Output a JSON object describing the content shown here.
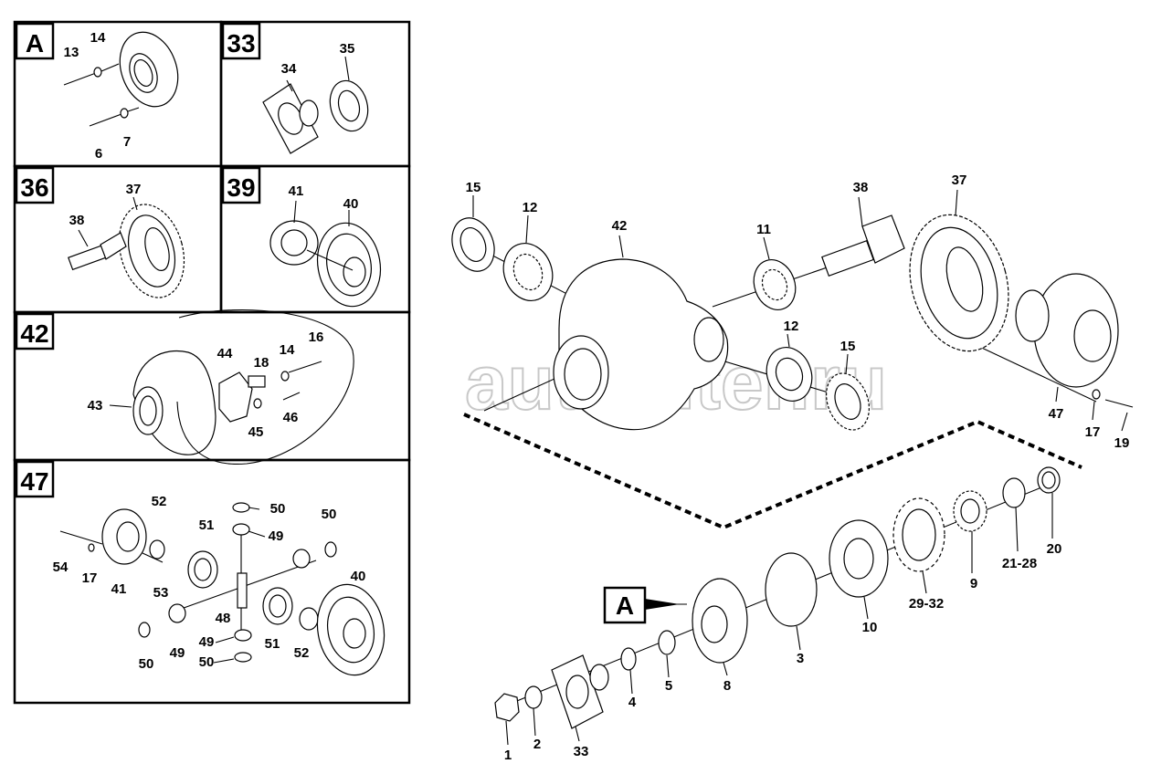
{
  "watermark": "autopiter.ru",
  "panels": {
    "a": {
      "tag": "A",
      "labels": [
        "13",
        "14",
        "6",
        "7"
      ]
    },
    "p33": {
      "tag": "33",
      "labels": [
        "34",
        "35"
      ]
    },
    "p36": {
      "tag": "36",
      "labels": [
        "37",
        "38"
      ]
    },
    "p39": {
      "tag": "39",
      "labels": [
        "41",
        "40"
      ]
    },
    "p42": {
      "tag": "42",
      "labels": [
        "44",
        "18",
        "14",
        "16",
        "43",
        "45",
        "46"
      ]
    },
    "p47": {
      "tag": "47",
      "labels": [
        "52",
        "50",
        "51",
        "49",
        "50",
        "54",
        "17",
        "41",
        "53",
        "40",
        "48",
        "50",
        "49",
        "49",
        "51",
        "52",
        "50"
      ]
    }
  },
  "main": {
    "callout_tag": "A",
    "labels": [
      "15",
      "12",
      "42",
      "11",
      "38",
      "37",
      "12",
      "15",
      "47",
      "17",
      "19",
      "20",
      "21-28",
      "9",
      "29-32",
      "10",
      "3",
      "8",
      "5",
      "4",
      "1",
      "2",
      "33"
    ]
  }
}
